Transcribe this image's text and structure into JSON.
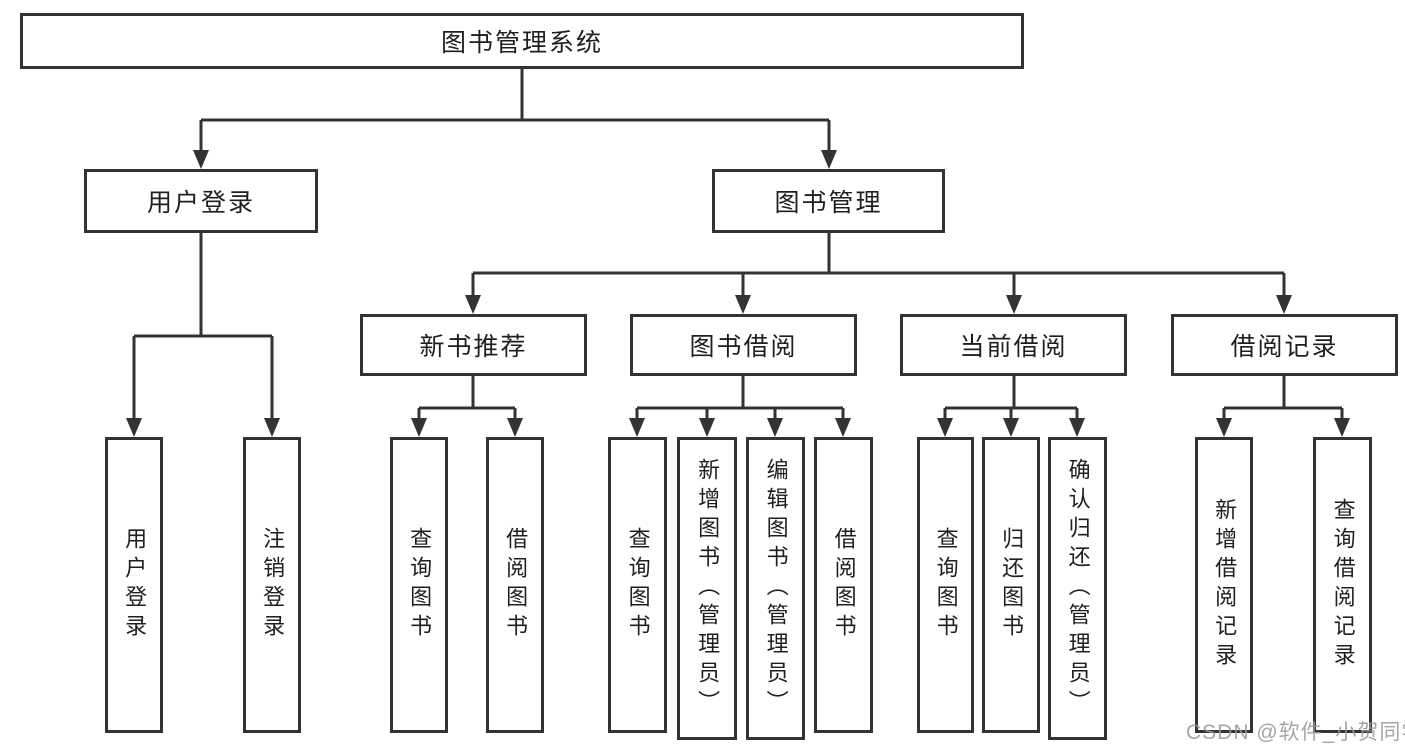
{
  "tree": {
    "root": "图书管理系统",
    "branches": [
      {
        "label": "用户登录",
        "leaves": [
          "用户登录",
          "注销登录"
        ]
      },
      {
        "label": "图书管理",
        "modules": [
          {
            "label": "新书推荐",
            "leaves": [
              "查询图书",
              "借阅图书"
            ]
          },
          {
            "label": "图书借阅",
            "leaves": [
              "查询图书",
              "新增图书（管理员）",
              "编辑图书（管理员）",
              "借阅图书"
            ]
          },
          {
            "label": "当前借阅",
            "leaves": [
              "查询图书",
              "归还图书",
              "确认归还（管理员）"
            ]
          },
          {
            "label": "借阅记录",
            "leaves": [
              "新增借阅记录",
              "查询借阅记录"
            ]
          }
        ]
      }
    ]
  },
  "watermark": {
    "text": "CSDN @软件_小贺同学"
  },
  "colors": {
    "line": "#333333",
    "box_border": "#333333",
    "text": "#1f1f1f",
    "background": "#ffffff",
    "watermark": "#9a9a9a"
  }
}
